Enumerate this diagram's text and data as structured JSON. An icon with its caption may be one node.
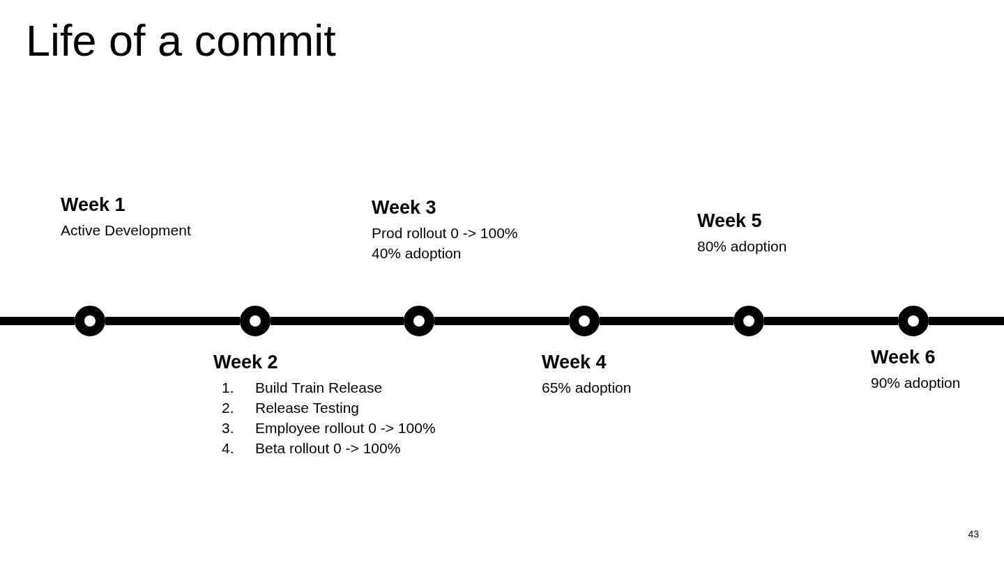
{
  "diagram": {
    "title": "Life of a commit",
    "nodes": [
      {
        "text": [],
        "shape": "circle",
        "beside": [
          "Week 1",
          "Active Development"
        ]
      },
      {
        "text": [],
        "shape": "circle",
        "beside": [
          "Week 2",
          "1.",
          "Build Train Release",
          "2.",
          "Release Testing",
          "3.",
          "Employee rollout 0 -> 100%",
          "4.",
          "Beta rollout 0 -> 100%"
        ]
      },
      {
        "text": [],
        "shape": "circle",
        "beside": [
          "Week 3",
          "Prod rollout 0 -> 100%",
          "40% adoption"
        ]
      },
      {
        "text": [],
        "shape": "circle",
        "beside": [
          "Week 4",
          "65% adoption"
        ]
      },
      {
        "text": [],
        "shape": "circle",
        "beside": [
          "Week 5",
          "80% adoption"
        ]
      },
      {
        "text": [],
        "shape": "circle",
        "beside": [
          "Week 6",
          "90% adoption"
        ]
      }
    ],
    "edges": [
      {
        "from": null,
        "to": 0,
        "arrow": "none"
      },
      {
        "from": 0,
        "to": 1,
        "arrow": "none"
      },
      {
        "from": 1,
        "to": 2,
        "arrow": "none"
      },
      {
        "from": 2,
        "to": 3,
        "arrow": "none"
      },
      {
        "from": 3,
        "to": 4,
        "arrow": "none"
      },
      {
        "from": 4,
        "to": 5,
        "arrow": "none"
      },
      {
        "from": 5,
        "to": null,
        "arrow": "none"
      }
    ],
    "labels": [
      "43"
    ]
  }
}
